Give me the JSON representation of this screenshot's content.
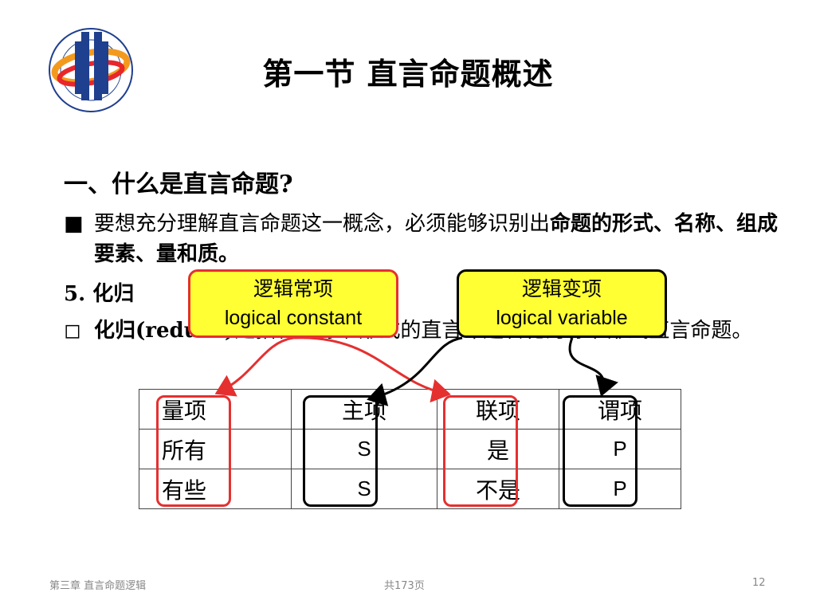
{
  "slide": {
    "title": "第一节  直言命题概述",
    "section_heading": "一、什么是直言命题?",
    "bullet1": {
      "marker": "■",
      "text_plain": "要想充分理解直言命题这一概念，必须能够识别出",
      "text_bold": "命题的形式、名称、组成要素、量和质。"
    },
    "item5": "5. 化归",
    "bullet2": {
      "marker": "◻",
      "term": "化归(reduce)",
      "text": "是指将非标准形式的直言命题转化为标准形式直言命题。"
    }
  },
  "callouts": {
    "constant": {
      "zh": "逻辑常项",
      "en": "logical constant"
    },
    "variable": {
      "zh": "逻辑变项",
      "en": "logical variable"
    }
  },
  "table": {
    "headers": [
      "量项",
      "主项",
      "联项",
      "谓项"
    ],
    "rows": [
      [
        "所有",
        "S",
        "是",
        "P"
      ],
      [
        "有些",
        "S",
        "不是",
        "P"
      ]
    ]
  },
  "footer": {
    "left": "第三章 直言命题逻辑",
    "center": "共173页",
    "right": "12"
  },
  "colors": {
    "highlight": "#ffff33",
    "red_outline": "#e53030",
    "logo_red": "#e8262b",
    "logo_blue": "#1f3f8f",
    "logo_orange": "#f39a1e"
  }
}
